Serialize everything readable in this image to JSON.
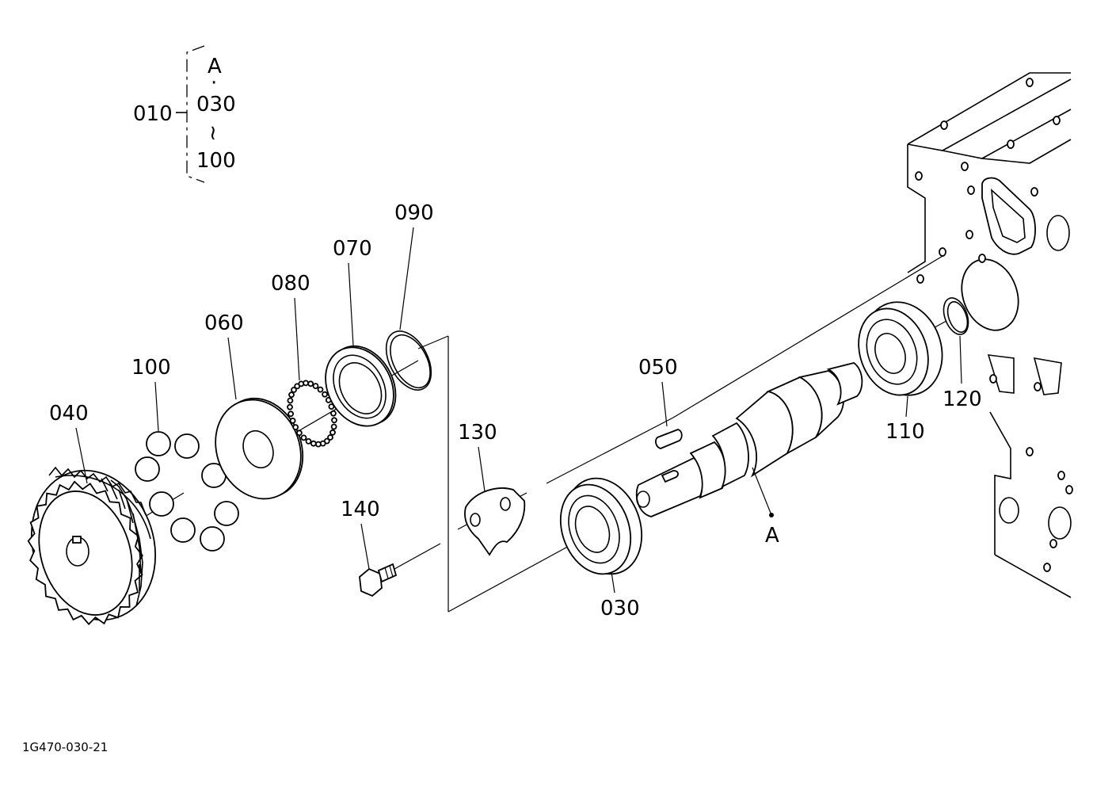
{
  "labels": {
    "group_010": "010",
    "group_ref_a": "A",
    "group_dot": "·",
    "group_030": "030",
    "group_tilde": "≀",
    "group_100": "100",
    "p090": "090",
    "p070": "070",
    "p080": "080",
    "p060": "060",
    "p100": "100",
    "p040": "040",
    "p130": "130",
    "p140": "140",
    "p050": "050",
    "p030": "030",
    "p110": "110",
    "p120": "120",
    "ref_a": "A",
    "drawing_code": "1G470-030-21"
  }
}
